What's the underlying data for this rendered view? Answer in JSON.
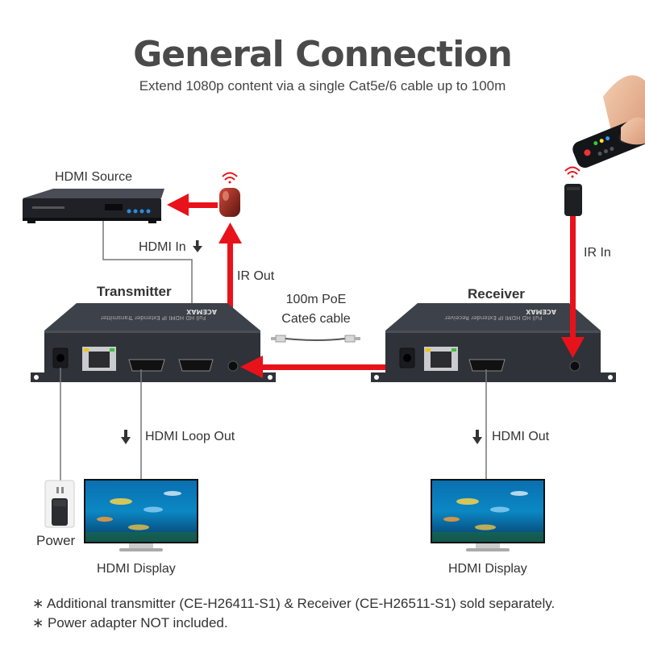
{
  "header": {
    "title": "General Connection",
    "subtitle": "Extend 1080p content via a single Cat5e/6 cable up to 100m"
  },
  "labels": {
    "hdmi_source": "HDMI Source",
    "hdmi_in": "HDMI In",
    "transmitter": "Transmitter",
    "ir_out": "IR Out",
    "cable_line1": "100m PoE",
    "cable_line2": "Cate6 cable",
    "receiver": "Receiver",
    "ir_in": "IR In",
    "hdmi_loop_out": "HDMI Loop Out",
    "hdmi_out": "HDMI Out",
    "power": "Power",
    "display_left": "HDMI Display",
    "display_right": "HDMI Display",
    "brand": "ACEMAX"
  },
  "notes": [
    "∗ Additional transmitter (CE-H26411-S1) & Receiver (CE-H26511-S1) sold separately.",
    "∗ Power adapter NOT included."
  ],
  "colors": {
    "arrow": "#e8121b",
    "device_body": "#2f3238",
    "device_top": "#3d4149",
    "wire": "#777777",
    "title": "#4a4a4a"
  },
  "icons": {
    "source": "dvd-player-icon",
    "ir_emitter": "ir-emitter-icon",
    "ir_receiver": "ir-receiver-icon",
    "remote": "remote-control-icon",
    "display": "monitor-icon",
    "outlet": "power-outlet-icon",
    "cable": "ethernet-cable-icon"
  }
}
